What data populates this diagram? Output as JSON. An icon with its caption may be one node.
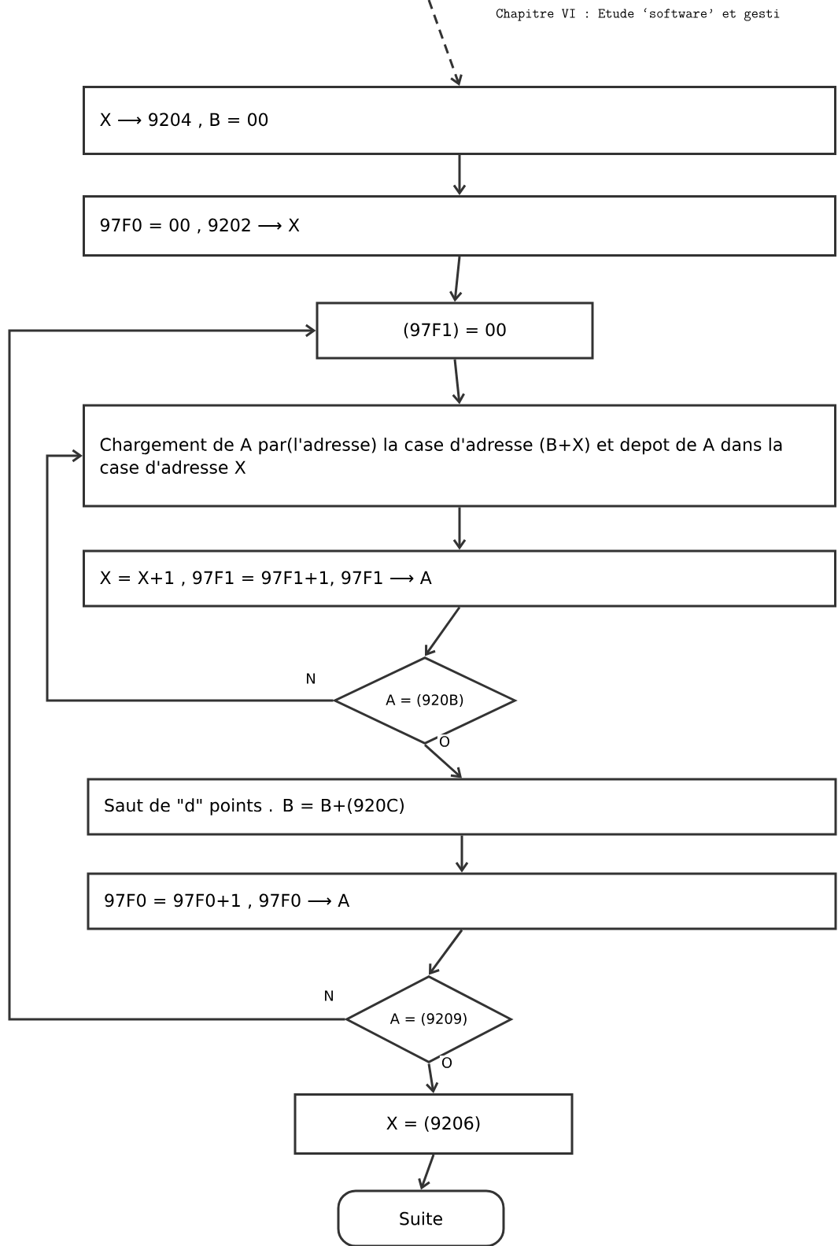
{
  "diagram": {
    "nodes": [
      {
        "text": [
          "X ⟶ 9204 , B = 00"
        ]
      },
      {
        "text": [
          "97F0 = 00 , 9202 ⟶ X"
        ]
      },
      {
        "text": [
          "(97F1) = 00"
        ]
      },
      {
        "text": [
          "Chargement de A par(l'adresse) la case d'adresse (B+X) et depot de A dans la case d'adresse X"
        ]
      },
      {
        "text": [
          "X = X+1 , 97F1 = 97F1+1, 97F1 ⟶ A"
        ]
      },
      {
        "text": [
          "A = (920B)"
        ]
      },
      {
        "text": [
          "Saut de \"d\" points . B = B+(920C)"
        ]
      },
      {
        "text": [
          "97F0 = 97F0+1 , 97F0 ⟶ A"
        ]
      },
      {
        "text": [
          "A = (9209)"
        ]
      },
      {
        "text": [
          "X = (9206)"
        ]
      },
      {
        "text": [
          "Suite"
        ]
      }
    ],
    "edges": [
      {
        "from": null,
        "to": 0,
        "arrow": "to",
        "style": "dashed"
      },
      {
        "from": 0,
        "to": 1,
        "arrow": "to"
      },
      {
        "from": 1,
        "to": 2,
        "arrow": "to"
      },
      {
        "from": 2,
        "to": 3,
        "arrow": "to"
      },
      {
        "from": 3,
        "to": 4,
        "arrow": "to"
      },
      {
        "from": 4,
        "to": 5,
        "arrow": "to"
      },
      {
        "from": 5,
        "to": 6,
        "arrow": "to",
        "label": "O"
      },
      {
        "from": 5,
        "to": 3,
        "arrow": "to",
        "label": "N"
      },
      {
        "from": 6,
        "to": 7,
        "arrow": "to"
      },
      {
        "from": 7,
        "to": 8,
        "arrow": "to"
      },
      {
        "from": 8,
        "to": 9,
        "arrow": "to",
        "label": "O"
      },
      {
        "from": 8,
        "to": 2,
        "arrow": "to",
        "label": "N"
      },
      {
        "from": 9,
        "to": 10,
        "arrow": "to"
      }
    ],
    "labels": [
      "Chapitre VI : Etude ‘software’ et gesti"
    ]
  }
}
